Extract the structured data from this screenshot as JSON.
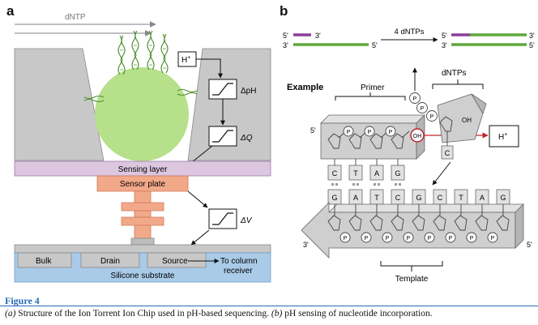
{
  "panel_a": {
    "letter": "a",
    "dntp_label": "dNTP",
    "h_plus": "H",
    "h_plus_sup": "+",
    "delta_ph": "ΔpH",
    "delta_q": "ΔQ",
    "delta_v": "ΔV",
    "sensing_layer": "Sensing layer",
    "sensor_plate": "Sensor plate",
    "bulk": "Bulk",
    "drain": "Drain",
    "source": "Source",
    "to_column_1": "To column",
    "to_column_2": "receiver",
    "substrate": "Silicone substrate"
  },
  "panel_b": {
    "letter": "b",
    "five_prime": "5'",
    "three_prime": "3'",
    "four_dntps": "4 dNTPs",
    "example": "Example",
    "primer": "Primer",
    "dntps": "dNTPs",
    "p": "P",
    "oh": "OH",
    "h_plus": "H",
    "h_plus_sup": "+",
    "template": "Template",
    "primer_bases": [
      "C",
      "T",
      "A",
      "G"
    ],
    "template_bases": [
      "G",
      "A",
      "T",
      "C",
      "G",
      "C",
      "T",
      "A",
      "G"
    ],
    "incoming_base": "C"
  },
  "caption": {
    "title": "Figure 4",
    "text_a_label": "(a)",
    "text_a": " Structure of the Ion Torrent Ion Chip used in pH-based sequencing. ",
    "text_b_label": "(b)",
    "text_b": " pH sensing of nucleotide incorporation."
  },
  "colors": {
    "purple": "#8b3f9a",
    "green": "#5fa83b",
    "bead": "#b6e08a",
    "sensing_layer": "#dcc6e0",
    "sensor_plate": "#f2a98a",
    "substrate": "#a9cbe8",
    "gray": "#c8c8c8",
    "red": "#c0272d",
    "caption_blue": "#2a6cb5"
  }
}
